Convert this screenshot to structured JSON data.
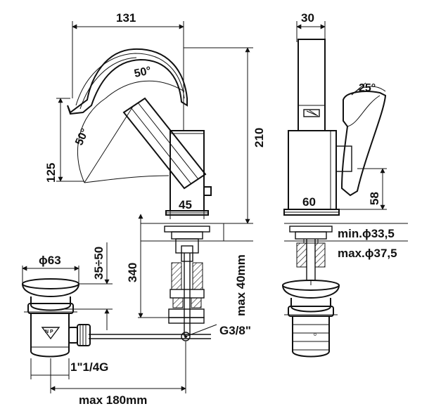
{
  "dimensions": {
    "width_top": "131",
    "side_width_top": "30",
    "angle_spout": "50°",
    "angle_body": "50°",
    "angle_lever": "25°",
    "height_total": "210",
    "height_spout": "125",
    "base_front": "45",
    "base_side": "60",
    "lever_height": "58",
    "min_hole": "min.ϕ33,5",
    "max_hole": "max.ϕ37,5",
    "deck_height": "340",
    "max_deck": "max 40mm",
    "thread": "G3/8\"",
    "waste_diameter": "ϕ63",
    "waste_range": "35÷50",
    "waste_thread": "1\"1/4G",
    "max_length": "max 180mm"
  }
}
